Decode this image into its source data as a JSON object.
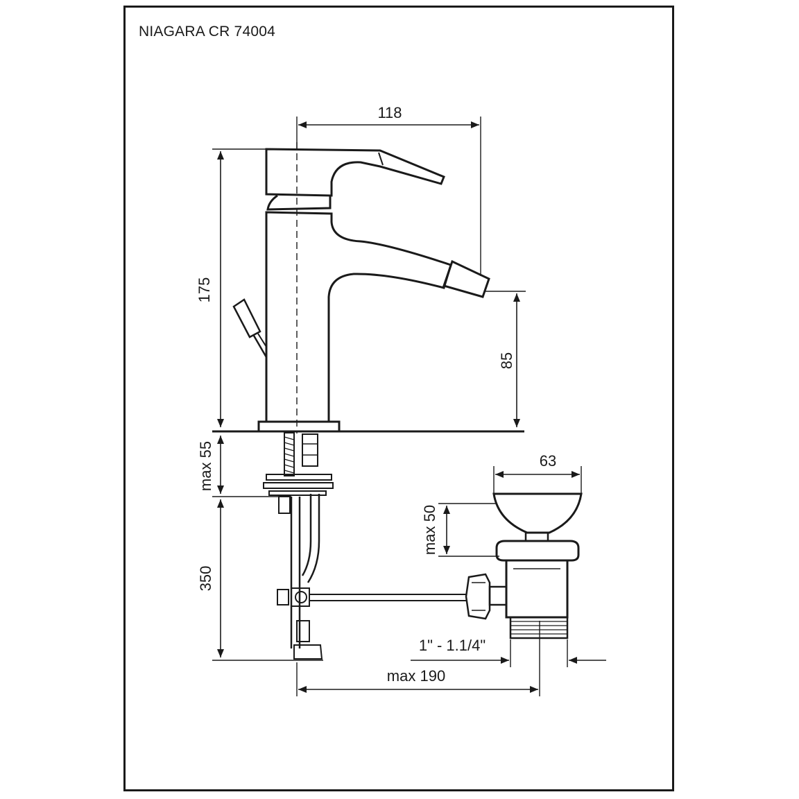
{
  "title": "NIAGARA CR 74004",
  "dimensions": {
    "spout_reach": "118",
    "height_total": "175",
    "spout_height": "85",
    "deck_thickness": "max 55",
    "hose_length": "350",
    "waste_diameter": "63",
    "waste_height": "max 50",
    "thread": "1\" - 1.1/4\"",
    "waste_distance": "max 190"
  },
  "colors": {
    "line": "#1a1a1a",
    "background": "#ffffff"
  }
}
